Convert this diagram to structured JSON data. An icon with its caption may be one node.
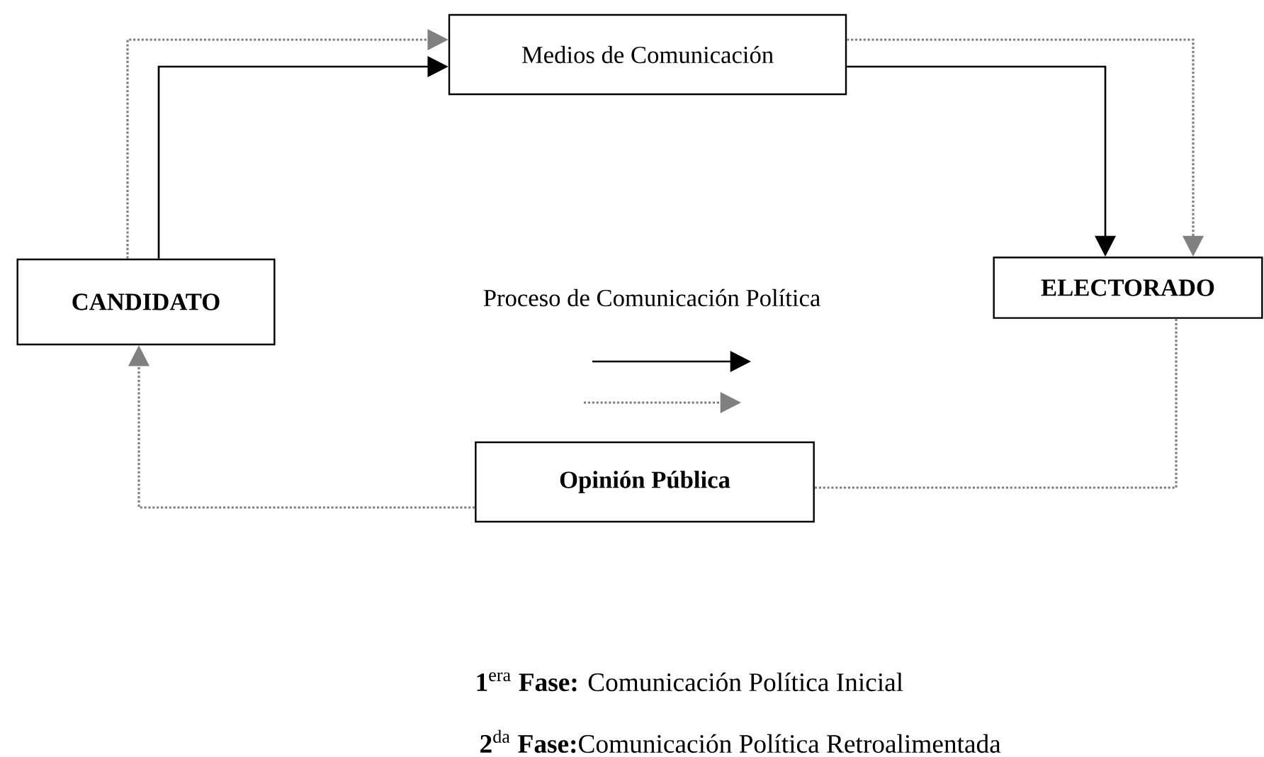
{
  "diagram": {
    "nodes": [
      {
        "text": [
          "Medios de Comunicación"
        ]
      },
      {
        "text": [
          "CANDIDATO"
        ]
      },
      {
        "text": [
          "ELECTORADO"
        ]
      },
      {
        "text": [
          "Opinión Pública"
        ]
      }
    ],
    "edges": [
      {
        "from": 1,
        "to": 0,
        "arrow": "to",
        "color": "#000000"
      },
      {
        "from": 1,
        "to": 0,
        "arrow": "to",
        "style": "dashed"
      },
      {
        "from": 0,
        "to": 2,
        "arrow": "to",
        "color": "#000000"
      },
      {
        "from": 0,
        "to": 2,
        "arrow": "to",
        "style": "dashed"
      },
      {
        "from": 2,
        "to": 3,
        "arrow": "none",
        "style": "dashed"
      },
      {
        "from": 3,
        "to": 1,
        "arrow": "to",
        "style": "dashed"
      }
    ],
    "labels": [
      "Proceso de Comunicación Política"
    ],
    "legend": [
      {
        "text": "**1**$^{era}$ **Fase:**  Comunicación Política Inicial"
      },
      {
        "text": "**2**$^{da}$ **Fase:**Comunicación Política  Retroalimentada"
      }
    ]
  }
}
